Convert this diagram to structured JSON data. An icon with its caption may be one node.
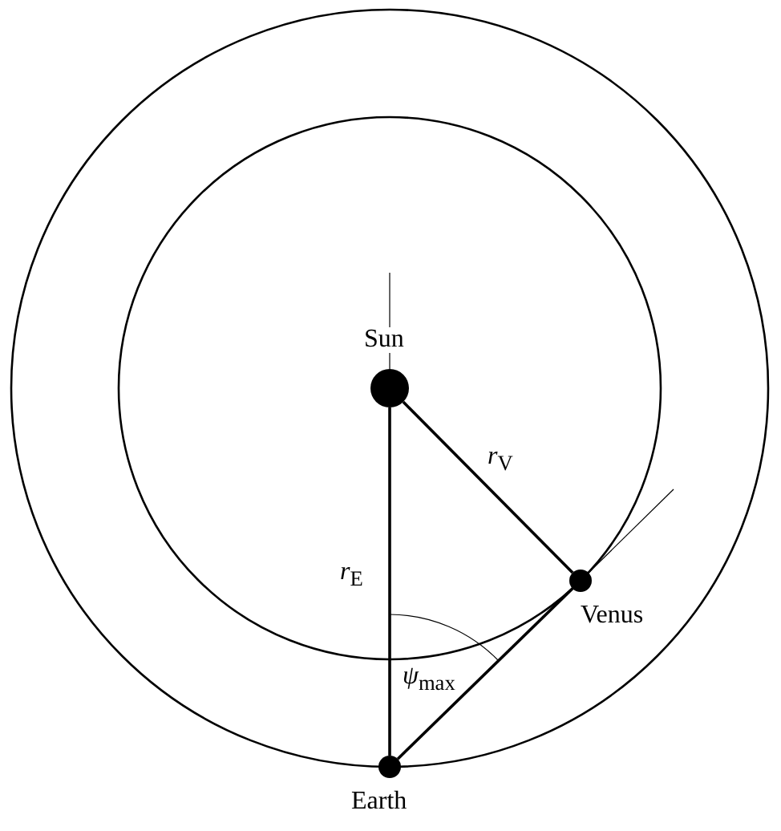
{
  "diagram": {
    "nodes": [
      {
        "text": [
          "Sun"
        ]
      },
      {
        "text": [
          "Venus"
        ]
      },
      {
        "text": [
          "Earth"
        ]
      }
    ],
    "edges": [
      {
        "from": 0,
        "to": 2,
        "arrow": "none",
        "label": "*r*$_{E}$"
      },
      {
        "from": 0,
        "to": 1,
        "arrow": "none",
        "label": "*r*$_{V}$"
      },
      {
        "from": 2,
        "to": 1,
        "arrow": "none"
      }
    ],
    "labels": [
      "*ψ*$_{max}$"
    ]
  }
}
